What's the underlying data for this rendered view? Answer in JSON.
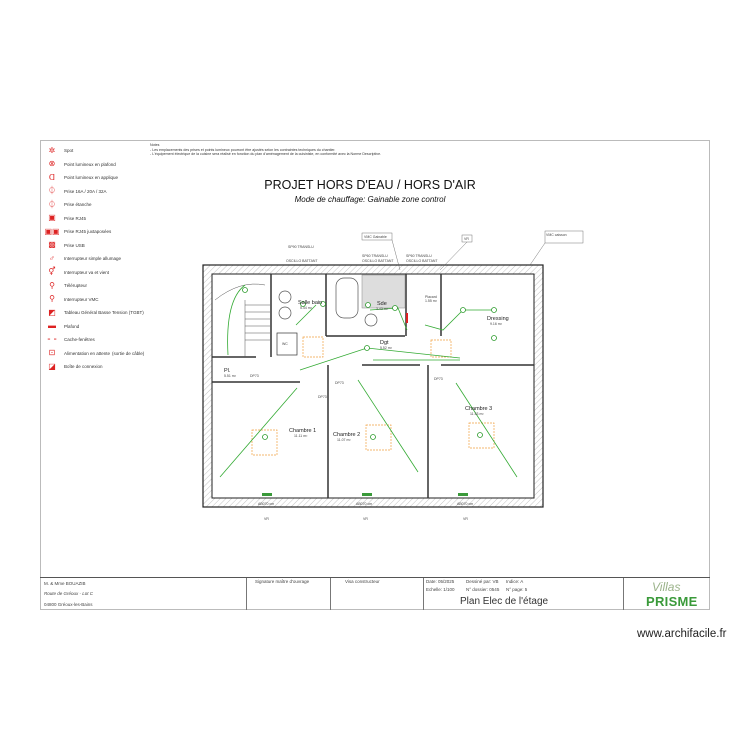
{
  "notes": {
    "heading": "Notes",
    "lines": [
      "- Les emplacements des prises et points lumineux pourront être ajustés selon les contraintes techniques du chantier.",
      "- L'équipement électrique de la cuisine sera réalisé en fonction du plan d'aménagement de la cuisiniste, en conformité avec la Norme Descriptive."
    ]
  },
  "title": "PROJET HORS D'EAU / HORS D'AIR",
  "subtitle": "Mode de chauffage: Gainable zone control",
  "legend": [
    {
      "icon": "spot-icon",
      "glyph": "✲",
      "label": "Spot"
    },
    {
      "icon": "ceiling-light-icon",
      "glyph": "⊗",
      "label": "Point lumineux en plafond"
    },
    {
      "icon": "wall-light-icon",
      "glyph": "ᗡ",
      "label": "Point lumineux en applique"
    },
    {
      "icon": "socket-icon",
      "glyph": "⏀",
      "label": "Prise 16A / 20A / 32A"
    },
    {
      "icon": "waterproof-socket-icon",
      "glyph": "⏀",
      "label": "Prise étanche"
    },
    {
      "icon": "rj45-icon",
      "glyph": "▣",
      "label": "Prise RJ45"
    },
    {
      "icon": "rj45-double-icon",
      "glyph": "▣▣",
      "label": "Prise RJ45 juxtaposées"
    },
    {
      "icon": "usb-icon",
      "glyph": "▩",
      "label": "Prise USB"
    },
    {
      "icon": "switch-icon",
      "glyph": "♂",
      "label": "Interrupteur simple allumage"
    },
    {
      "icon": "two-way-switch-icon",
      "glyph": "⚥",
      "label": "Interrupteur va et vient"
    },
    {
      "icon": "remote-switch-icon",
      "glyph": "⚲",
      "label": "Télérupteur"
    },
    {
      "icon": "vmc-switch-icon",
      "glyph": "⚲",
      "label": "Interrupteur VMC"
    },
    {
      "icon": "panel-icon",
      "glyph": "◩",
      "label": "Tableau Général Basse Tension (TGBT)"
    },
    {
      "icon": "line-icon",
      "glyph": "▬",
      "label": "Plafond"
    },
    {
      "icon": "shutter-icon",
      "glyph": "⁃ ⁃",
      "label": "Cache-fenêtres"
    },
    {
      "icon": "standby-supply-icon",
      "glyph": "⊡",
      "label": "Alimentation en attente",
      "sub": "(sortie de câble)"
    },
    {
      "icon": "junction-box-icon",
      "glyph": "◪",
      "label": "Boîte de connexion"
    }
  ],
  "plan": {
    "rooms": [
      {
        "name": "Pl.",
        "area": "5.51 m²"
      },
      {
        "name": "Salle bain",
        "area": "5.44 m²"
      },
      {
        "name": "Sde",
        "area": "3.43 m²"
      },
      {
        "name": "Dgt",
        "area": "5.52 m²"
      },
      {
        "name": "Dressing",
        "area": "9.16 m²"
      },
      {
        "name": "Chambre 1",
        "area": "11.11 m²"
      },
      {
        "name": "Chambre 2",
        "area": "11.07 m²"
      },
      {
        "name": "Chambre 3",
        "area": "11.53 m²"
      },
      {
        "name": "Placard",
        "area": "1.55 m²"
      },
      {
        "name": "WC",
        "area": ""
      }
    ],
    "window_labels": [
      "SP90 TRANSLU",
      "OSCILLO BATTANT",
      "SP60 TRANSLU",
      "OSCILLO BATTANT",
      "SP60 TRANSLU",
      "OSCILLO BATTANT"
    ],
    "callouts": [
      "VMC Gainable",
      "VR",
      "VMC caisson"
    ],
    "door_labels": [
      "DP73",
      "DP73",
      "DP73",
      "DP73"
    ],
    "bottom_windows": [
      "AB070 cm",
      "AB070 cm",
      "AB070 cm"
    ],
    "bottom_marks": [
      "VR",
      "VR",
      "VR"
    ],
    "wc": "WC"
  },
  "title_block": {
    "client": "M. & Mme BOUAZIB",
    "address": "Route de Gréoux - Lot C",
    "city": "04800 Gréoux-les-Bains",
    "sig_client": "Signature maître d'ouvrage",
    "sig_builder": "Visa constructeur",
    "date": "Date: 05/2025",
    "scale": "Echelle: 1/100",
    "drawn_by": "Dessiné par: VB",
    "revision": "Indice: A",
    "folder": "N° dossier: 0545",
    "page": "N° page: 5",
    "plan_name": "Plan Elec de l'étage",
    "logo_top": "Villas",
    "logo_bottom": "PRISME"
  },
  "watermark": "www.archifacile.fr",
  "colors": {
    "symbol": "#d22222",
    "wiring": "#33aa33",
    "light_box": "#f0a040",
    "wall": "#222222",
    "logo": "#3a9a3a"
  }
}
